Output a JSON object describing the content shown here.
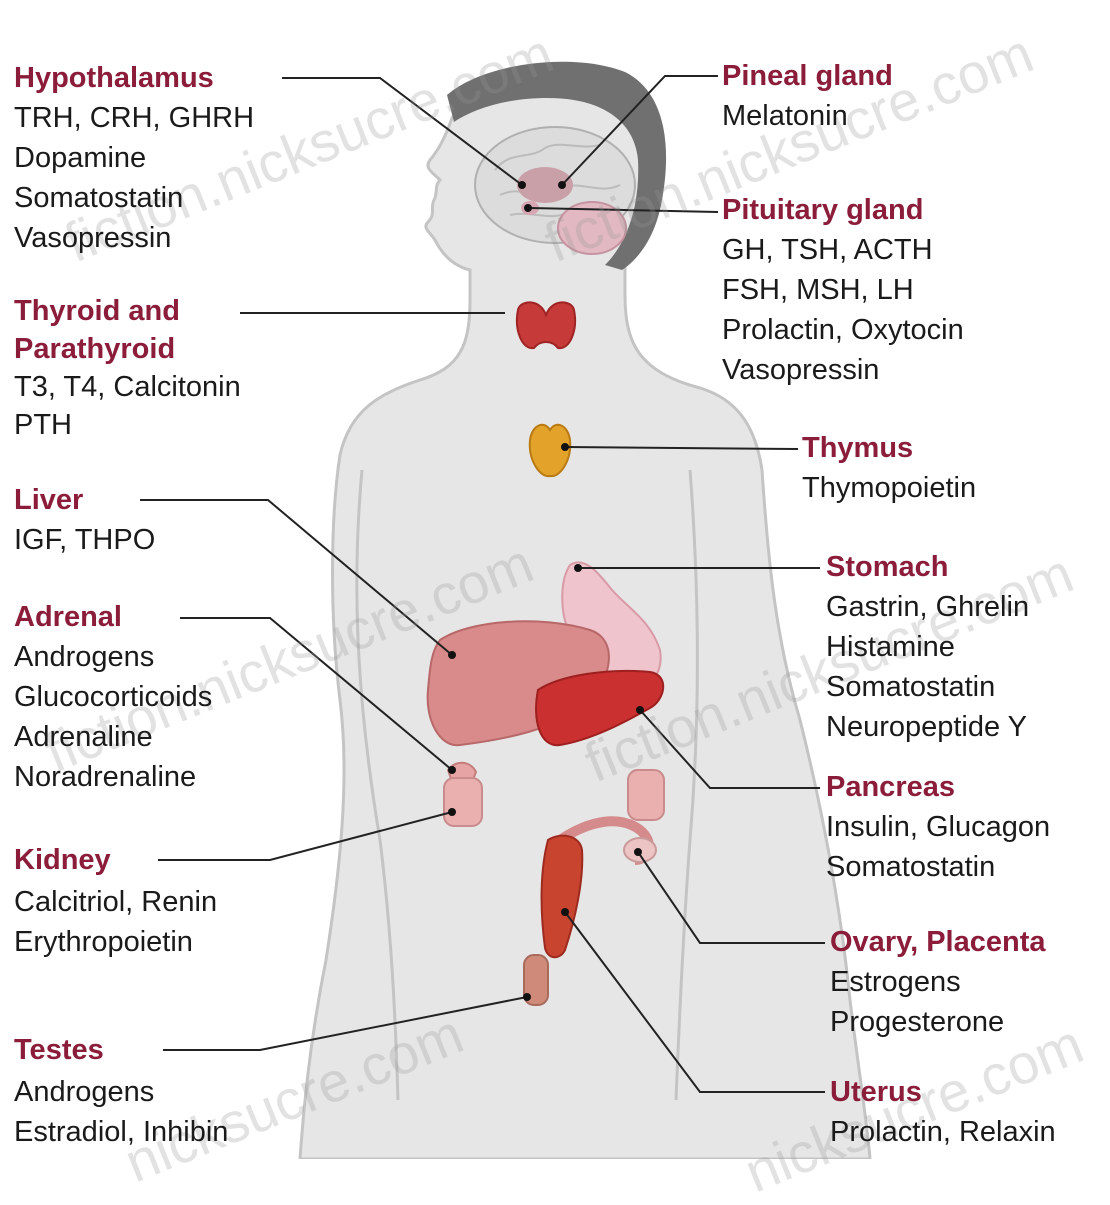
{
  "colors": {
    "organ_title": "#8b1d3a",
    "hormone_text": "#1a1a1a",
    "body_fill": "#e6e6e6",
    "body_outline": "#c4c4c4",
    "brain_hair": "#707070",
    "leader_line": "#222222"
  },
  "watermark": {
    "text_a": "nicksucre.com",
    "text_b": "fiction.nicksucre.com"
  },
  "labels": {
    "hypothalamus": {
      "title": "Hypothalamus",
      "lines": [
        "TRH, CRH, GHRH",
        "Dopamine",
        "Somatostatin",
        "Vasopressin"
      ]
    },
    "thyroid": {
      "title": "Thyroid and",
      "title2": "Parathyroid",
      "lines": [
        "T3, T4, Calcitonin",
        "PTH"
      ]
    },
    "liver": {
      "title": "Liver",
      "lines": [
        "IGF, THPO"
      ]
    },
    "adrenal": {
      "title": "Adrenal",
      "lines": [
        "Androgens",
        "Glucocorticoids",
        "Adrenaline",
        "Noradrenaline"
      ]
    },
    "kidney": {
      "title": "Kidney",
      "lines": [
        "Calcitriol, Renin",
        "Erythropoietin"
      ]
    },
    "testes": {
      "title": "Testes",
      "lines": [
        "Androgens",
        "Estradiol, Inhibin"
      ]
    },
    "pineal": {
      "title": "Pineal gland",
      "lines": [
        "Melatonin"
      ]
    },
    "pituitary": {
      "title": "Pituitary gland",
      "lines": [
        "GH, TSH, ACTH",
        "FSH, MSH, LH",
        "Prolactin, Oxytocin",
        "Vasopressin"
      ]
    },
    "thymus": {
      "title": "Thymus",
      "lines": [
        "Thymopoietin"
      ]
    },
    "stomach": {
      "title": "Stomach",
      "lines": [
        "Gastrin, Ghrelin",
        "Histamine",
        "Somatostatin",
        "Neuropeptide Y"
      ]
    },
    "pancreas": {
      "title": "Pancreas",
      "lines": [
        "Insulin, Glucagon",
        "Somatostatin"
      ]
    },
    "ovary": {
      "title": "Ovary, Placenta",
      "lines": [
        "Estrogens",
        "Progesterone"
      ]
    },
    "uterus": {
      "title": "Uterus",
      "lines": [
        "Prolactin, Relaxin"
      ]
    }
  }
}
